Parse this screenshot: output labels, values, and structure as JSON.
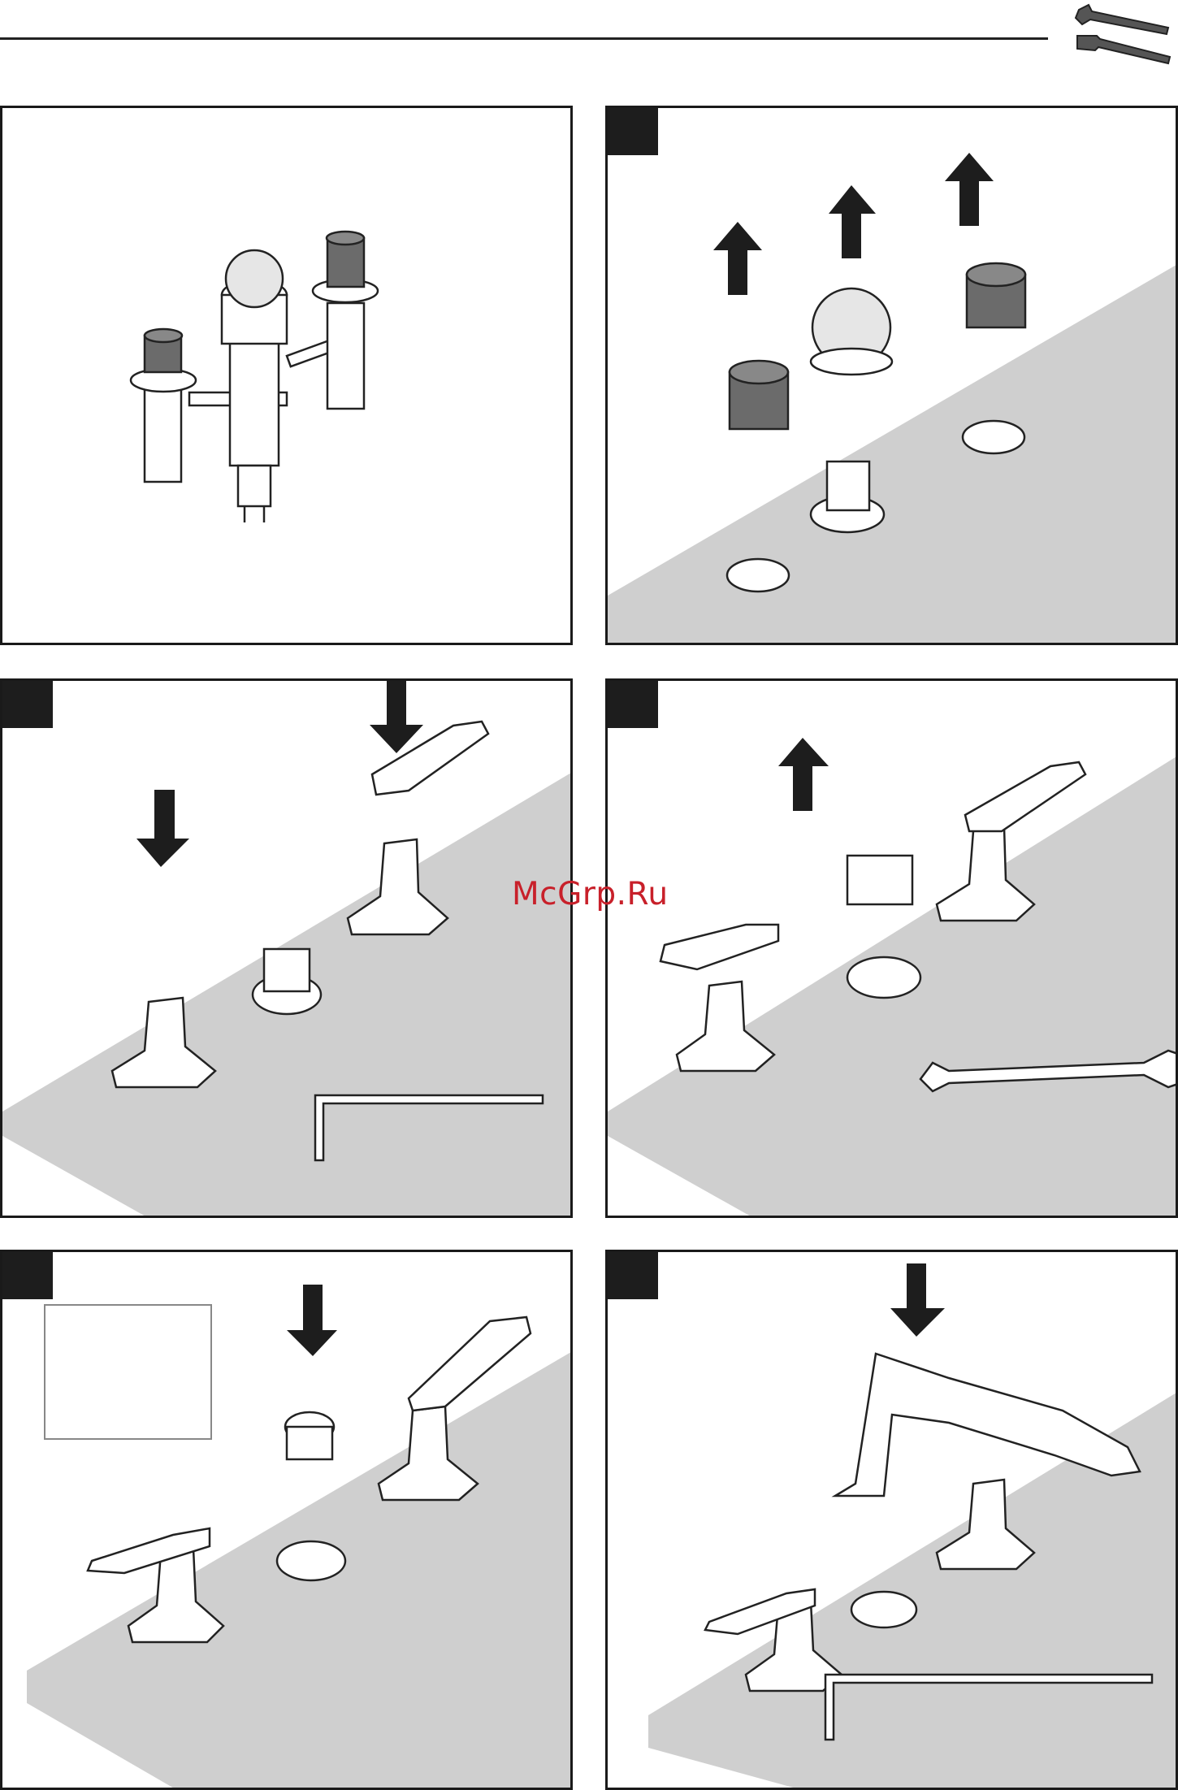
{
  "header": {
    "tools_icon": "wrench-screwdriver-icon"
  },
  "watermark": {
    "text": "McGrp.Ru",
    "color": "#c8202a"
  },
  "colors": {
    "frame": "#1a1a1a",
    "surface": "#cfcfcf",
    "shadow_part": "#6b6b6b"
  },
  "panels": [
    {
      "id": "valve-assembly",
      "step_marker": false,
      "icons": [
        "valve-body-icon"
      ]
    },
    {
      "id": "remove-caps",
      "step_marker": true,
      "icons": [
        "arrow-up-icon",
        "cap-icon"
      ]
    },
    {
      "id": "install-handles",
      "step_marker": true,
      "icons": [
        "arrow-down-icon",
        "handle-icon",
        "hex-key-icon"
      ]
    },
    {
      "id": "remove-spout-plug",
      "step_marker": true,
      "icons": [
        "arrow-up-icon",
        "handle-icon",
        "wrench-icon"
      ]
    },
    {
      "id": "insert-adapter",
      "step_marker": true,
      "icons": [
        "arrow-down-icon",
        "handle-icon",
        "adapter-icon"
      ]
    },
    {
      "id": "install-spout",
      "step_marker": true,
      "icons": [
        "arrow-down-icon",
        "spout-icon",
        "hex-key-icon"
      ]
    }
  ]
}
